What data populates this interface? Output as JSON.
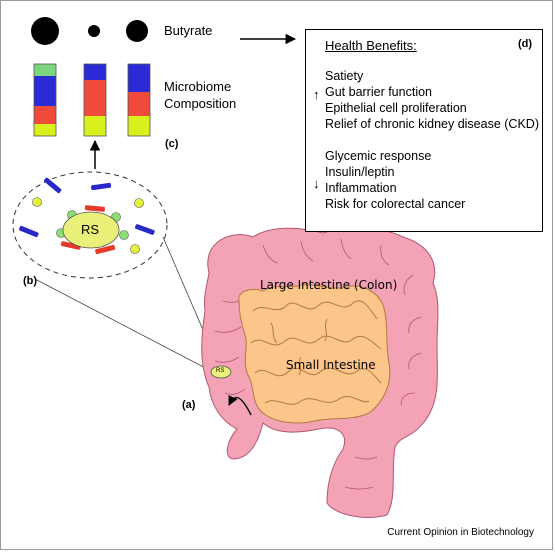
{
  "labels": {
    "butyrate": "Butyrate",
    "microbiome_line1": "Microbiome",
    "microbiome_line2": "Composition",
    "label_a": "(a)",
    "label_b": "(b)",
    "label_c": "(c)",
    "label_d": "(d)",
    "rs_large": "RS",
    "rs_small": "RS",
    "large_intestine": "Large Intestine (Colon)",
    "small_intestine": "Small Intestine"
  },
  "health_benefits": {
    "title": "Health Benefits:",
    "increased": [
      "Satiety",
      "Gut barrier function",
      "Epithelial cell proliferation",
      "Relief of chronic kidney disease (CKD)"
    ],
    "decreased": [
      "Glycemic response",
      "Insulin/leptin",
      "Inflammation",
      "Risk for colorectal cancer"
    ]
  },
  "microbiome_bars": [
    [
      "#7dd67d",
      "#2a2ad6",
      "#f04a3a",
      "#d8f01c"
    ],
    [
      "#2a2ad6",
      "#f04a3a",
      "#d8f01c"
    ],
    [
      "#2a2ad6",
      "#f04a3a",
      "#d8f01c"
    ]
  ],
  "colors": {
    "colon": "#f4a3b6",
    "colon_outline": "#b0586e",
    "small_intestine": "#fcc58a",
    "small_outline": "#b07a40",
    "rs_fill": "#e9f07a",
    "green_bacteria": "#8cde72",
    "red_bacteria": "#e53a2a",
    "blue_bacteria": "#2929c9",
    "yellow_bacteria": "#e6f23a"
  },
  "credit": "Current Opinion in Biotechnology"
}
